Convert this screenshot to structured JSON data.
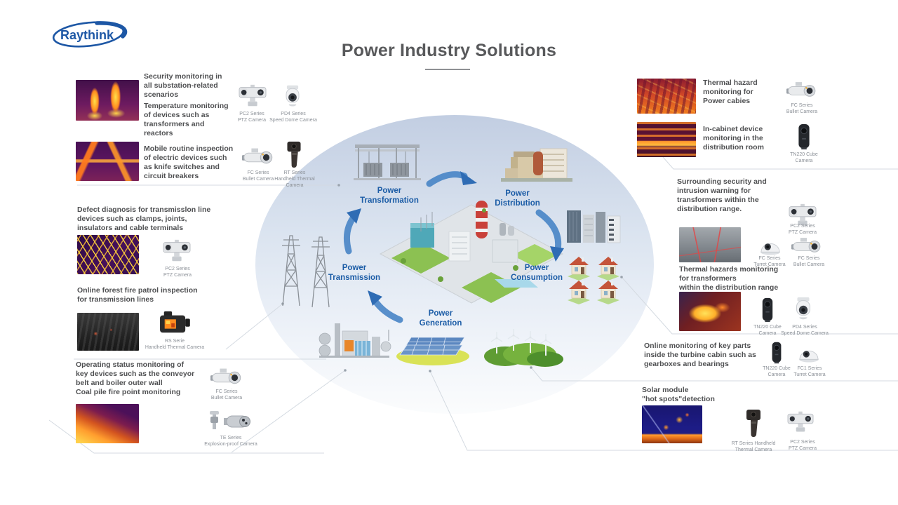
{
  "logo": {
    "text": "Raythink"
  },
  "header": {
    "title": "Power Industry Solutions"
  },
  "colors": {
    "accent_blue": "#1b5ca6",
    "arrow_blue": "#4b87c7",
    "title_gray": "#58595b"
  },
  "center": {
    "stages": [
      {
        "id": "transformation",
        "label": "Power\nTransformation"
      },
      {
        "id": "distribution",
        "label": "Power\nDistribution"
      },
      {
        "id": "transmission",
        "label": "Power\nTransmission"
      },
      {
        "id": "consumption",
        "label": "Power\nConsumption"
      },
      {
        "id": "generation",
        "label": "Power\nGeneration"
      }
    ]
  },
  "left_panels": [
    {
      "paragraphs": [
        "Security monitoring in\nall substation-related\nscenarios",
        "Temperature monitoring\nof devices such as\ntransformers and\nreactors"
      ],
      "cameras": [
        {
          "label": "PC2 Series\nPTZ Camera"
        },
        {
          "label": "PD4 Series\nSpeed Dome Camera"
        }
      ]
    },
    {
      "paragraphs": [
        "Mobile routine inspection\nof electric devices such\nas knife switches and\ncircuit breakers"
      ],
      "cameras": [
        {
          "label": "FC Series\nBullet Camera"
        },
        {
          "label": "RT Series\nHandheld Thermal\nCamera"
        }
      ]
    },
    {
      "paragraphs": [
        "Defect diagnosis for transmisslon line\ndevices such as clamps, joints,\ninsulators and cable terminals"
      ],
      "cameras": [
        {
          "label": "PC2 Series\nPTZ Camera"
        }
      ]
    },
    {
      "paragraphs": [
        "Online forest fire patrol inspection\nfor transmission lines"
      ],
      "cameras": [
        {
          "label": "RS Serie\nHandheld Thermal Camera"
        }
      ]
    },
    {
      "paragraphs": [
        "Operating status monitoring of\nkey devices such as the conveyor\nbelt and boiler outer wall\nCoal pile fire point monitoring"
      ],
      "cameras": [
        {
          "label": "FC Series\nBullet Camera"
        },
        {
          "label": "TE Series\nExplosion-proof Camera"
        }
      ]
    }
  ],
  "right_panels": [
    {
      "text": "Thermal hazard\nmonitoring for\nPower cabies",
      "cameras": [
        {
          "label": "FC Series\nBullet Camera"
        }
      ]
    },
    {
      "text": "In-cabinet device\nmonitoring in the\ndistribution room",
      "cameras": [
        {
          "label": "TN220 Cube\nCamera"
        }
      ]
    },
    {
      "text": "Surrounding security and\nintrusion warning for\ntransformers within the\ndistribution range.",
      "cameras": [
        {
          "label": "PC2 Series\nPTZ Camera"
        },
        {
          "label": "FC Series\nTurret Camera"
        },
        {
          "label": "FC Series\nBullet Camera"
        }
      ]
    },
    {
      "text": "Thermal hazards monitoring\nfor transformers\nwithin the distribution range",
      "cameras": [
        {
          "label": "TN220 Cube\nCamera"
        },
        {
          "label": "PD4 Series\nSpeed Dome Camera"
        }
      ]
    },
    {
      "text": "Online monitoring of key parts\ninside the turbine cabin such as\ngearboxes and bearings",
      "cameras": [
        {
          "label": "TN220 Cube\nCamera"
        },
        {
          "label": "FC1 Series\nTurret Camera"
        }
      ]
    },
    {
      "text": "Solar module\n\"hot spots\"detection",
      "cameras": [
        {
          "label": "RT Series Handheld\nThermal Camera"
        },
        {
          "label": "PC2 Series\nPTZ Camera"
        }
      ]
    }
  ]
}
